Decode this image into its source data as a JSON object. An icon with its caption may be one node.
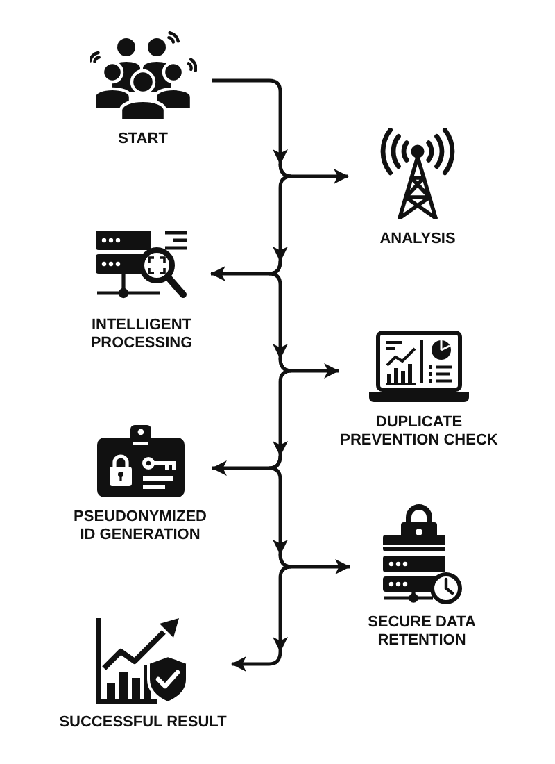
{
  "diagram": {
    "nodes": [
      {
        "text": [
          "START"
        ]
      },
      {
        "text": [
          "ANALYSIS"
        ]
      },
      {
        "text": [
          "INTELLIGENT PROCESSING"
        ]
      },
      {
        "text": [
          "DUPLICATE PREVENTION CHECK"
        ]
      },
      {
        "text": [
          "PSEUDONYMIZED ID GENERATION"
        ]
      },
      {
        "text": [
          "SECURE DATA RETENTION"
        ]
      },
      {
        "text": [
          "SUCCESSFUL RESULT"
        ]
      }
    ],
    "edges": [
      {
        "from": 0,
        "to": 1,
        "arrow": "to"
      },
      {
        "from": 0,
        "to": 2,
        "arrow": "to"
      },
      {
        "from": 0,
        "to": 3,
        "arrow": "to"
      },
      {
        "from": 0,
        "to": 4,
        "arrow": "to"
      },
      {
        "from": 0,
        "to": 5,
        "arrow": "to"
      },
      {
        "from": 0,
        "to": 6,
        "arrow": "to"
      }
    ]
  }
}
